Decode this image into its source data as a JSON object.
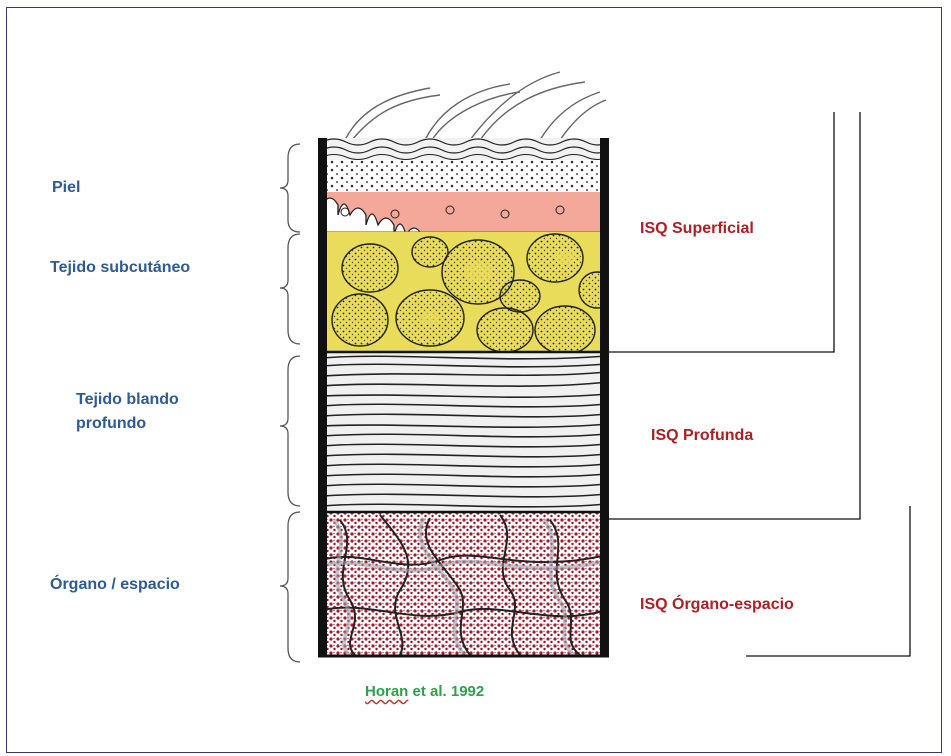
{
  "layers": {
    "skin": "Piel",
    "subcutaneous": "Tejido subcutáneo",
    "deep_soft_line1": "Tejido blando",
    "deep_soft_line2": "profundo",
    "organ_space": "Órgano / espacio"
  },
  "classifications": {
    "superficial": "ISQ Superficial",
    "deep": "ISQ Profunda",
    "organ_space": "ISQ Órgano-espacio"
  },
  "citation": {
    "author": "Horan",
    "rest": " et al. 1992"
  },
  "colors": {
    "left_labels": "#2e5a96",
    "isq_labels": "#b01e23",
    "citation": "#2aa24a",
    "fat": "#e9dc5a",
    "dermis": "#f3a89a",
    "organ": "#a8192a"
  }
}
